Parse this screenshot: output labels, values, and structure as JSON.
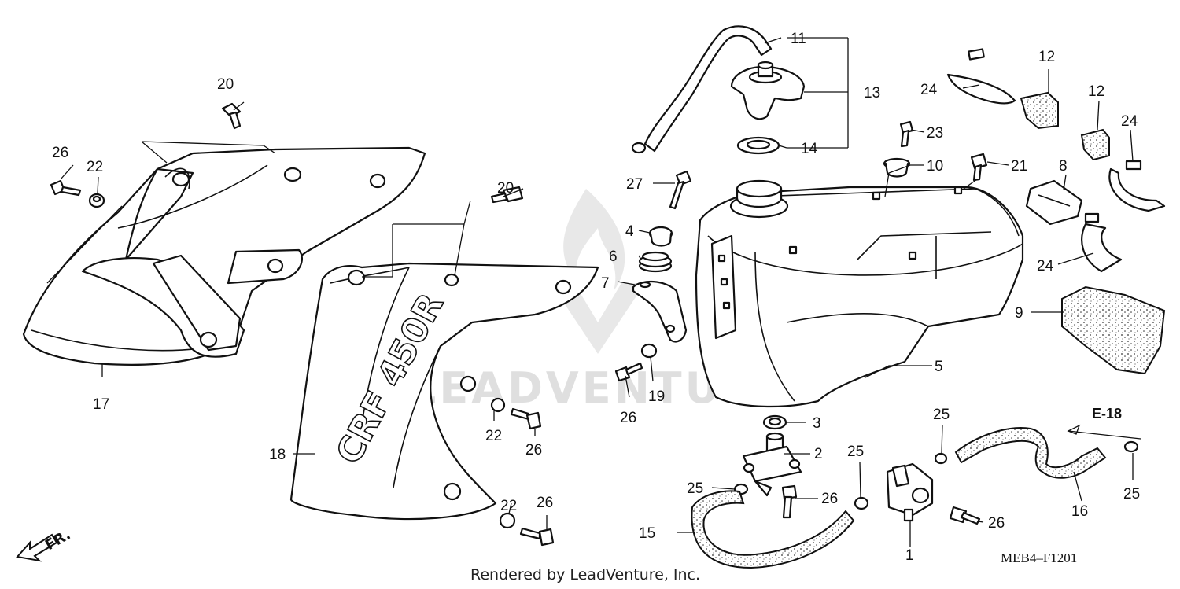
{
  "diagram": {
    "callouts": [
      "1",
      "2",
      "3",
      "4",
      "5",
      "6",
      "7",
      "8",
      "9",
      "10",
      "11",
      "12",
      "13",
      "14",
      "15",
      "16",
      "17",
      "18",
      "19",
      "20",
      "21",
      "22",
      "23",
      "24",
      "25",
      "26",
      "27"
    ],
    "labels": {
      "c1": "1",
      "c2": "2",
      "c3": "3",
      "c4": "4",
      "c5": "5",
      "c6": "6",
      "c7": "7",
      "c8": "8",
      "c9": "9",
      "c10": "10",
      "c11": "11",
      "c12a": "12",
      "c12b": "12",
      "c13": "13",
      "c14": "14",
      "c15": "15",
      "c16": "16",
      "c17": "17",
      "c18": "18",
      "c19": "19",
      "c20a": "20",
      "c20b": "20",
      "c21": "21",
      "c22a": "22",
      "c22b": "22",
      "c22c": "22",
      "c23": "23",
      "c24a": "24",
      "c24b": "24",
      "c24c": "24",
      "c25a": "25",
      "c25b": "25",
      "c25c": "25",
      "c25d": "25",
      "c26a": "26",
      "c26b": "26",
      "c26c": "26",
      "c26d": "26",
      "c26e": "26",
      "c26f": "26",
      "c27": "27"
    },
    "reference": "E-18",
    "front_marker": "FR.",
    "diagram_code": "MEB4–F1201",
    "shroud_text": "CRF 450R",
    "footer": "Rendered by LeadVenture, Inc.",
    "watermark": "LEADVENTURE"
  }
}
